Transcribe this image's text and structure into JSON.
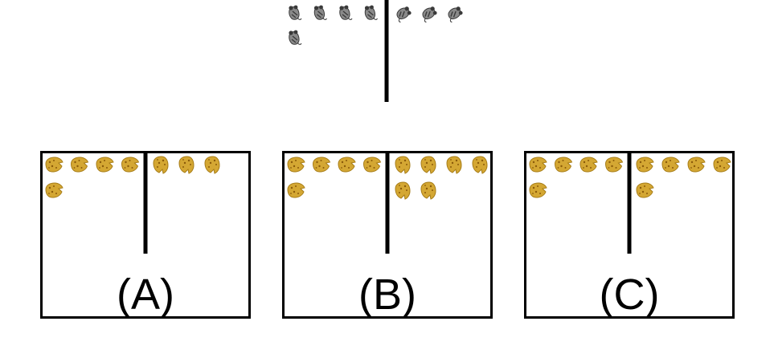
{
  "colors": {
    "line": "#000000",
    "background": "#ffffff",
    "mouse_body": "#8a8a8a",
    "mouse_dark": "#3a3a3a",
    "cookie": "#d4a733",
    "cookie_edge": "#a67c17",
    "cookie_chip": "#8a5a0a"
  },
  "icons": {
    "top": "mouse-icon",
    "options": "cookie-icon"
  },
  "question": {
    "top_grid": {
      "left_group": {
        "count": 5,
        "orientation": "upright"
      },
      "right_group": {
        "count": 3,
        "orientation": "sideways"
      }
    }
  },
  "options": [
    {
      "label": "(A)",
      "left_group": {
        "count": 5,
        "orientation": "sideways"
      },
      "right_group": {
        "count": 3,
        "orientation": "upright"
      }
    },
    {
      "label": "(B)",
      "left_group": {
        "count": 5,
        "orientation": "sideways"
      },
      "right_group": {
        "count": 6,
        "orientation": "upright"
      }
    },
    {
      "label": "(C)",
      "left_group": {
        "count": 5,
        "orientation": "sideways"
      },
      "right_group": {
        "count": 5,
        "orientation": "sideways"
      }
    }
  ]
}
